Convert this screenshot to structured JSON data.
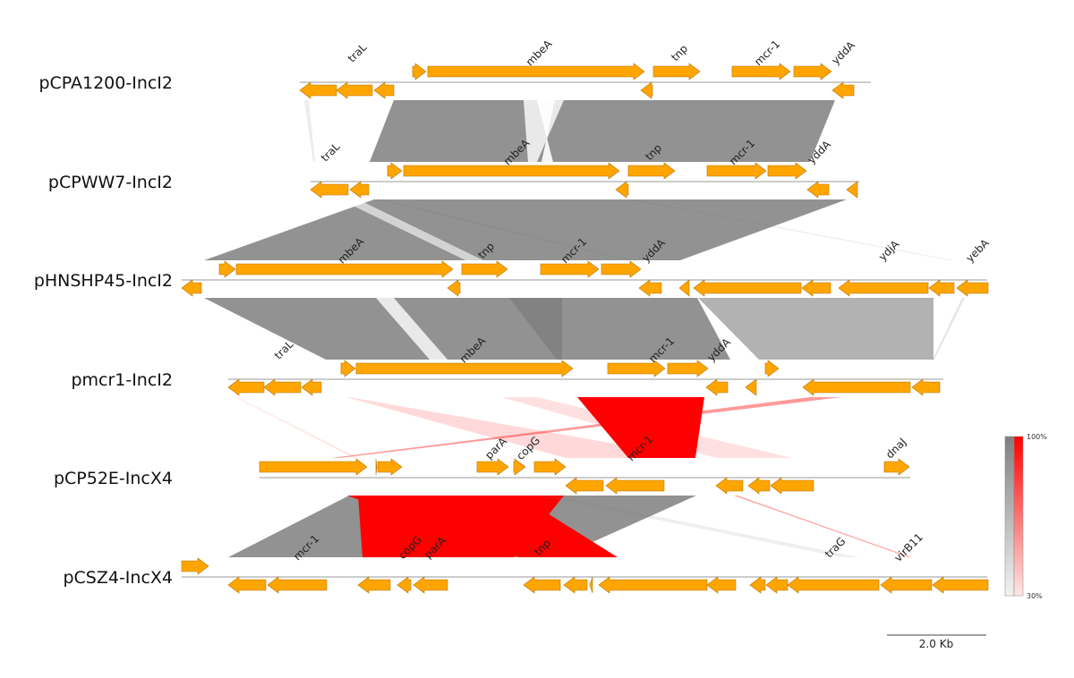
{
  "colors": {
    "gene": "#FFA500",
    "gene_stroke": "#B87400",
    "backbone": "#999999",
    "link_high": "#7F7F7F",
    "link_low": "#F2F2F2",
    "inverted_high": "#FF0000",
    "inverted_low": "#FFE5E5"
  },
  "tracks": [
    {
      "name": "pCPA1200-IncI2",
      "gene_labels": [
        "traL",
        "mbeA",
        "tnp",
        "mcr-1",
        "yddA"
      ]
    },
    {
      "name": "pCPWW7-IncI2",
      "gene_labels": [
        "traL",
        "mbeA",
        "tnp",
        "mcr-1",
        "yddA"
      ]
    },
    {
      "name": "pHNSHP45-IncI2",
      "gene_labels": [
        "mbeA",
        "tnp",
        "mcr-1",
        "yddA",
        "ydjA",
        "yebA"
      ]
    },
    {
      "name": "pmcr1-IncI2",
      "gene_labels": [
        "traL",
        "mbeA",
        "mcr-1",
        "yddA"
      ]
    },
    {
      "name": "pCP52E-IncX4",
      "gene_labels": [
        "parA",
        "copG",
        "mcr-1",
        "dnaJ"
      ]
    },
    {
      "name": "pCSZ4-IncX4",
      "gene_labels": [
        "mcr-1",
        "copG",
        "parA",
        "tnp",
        "traG",
        "virB11"
      ]
    }
  ],
  "legend": {
    "max_label": "100%",
    "min_label": "30%",
    "identity_range": [
      30,
      100
    ]
  },
  "scale_bar": {
    "label": "2.0 Kb"
  }
}
